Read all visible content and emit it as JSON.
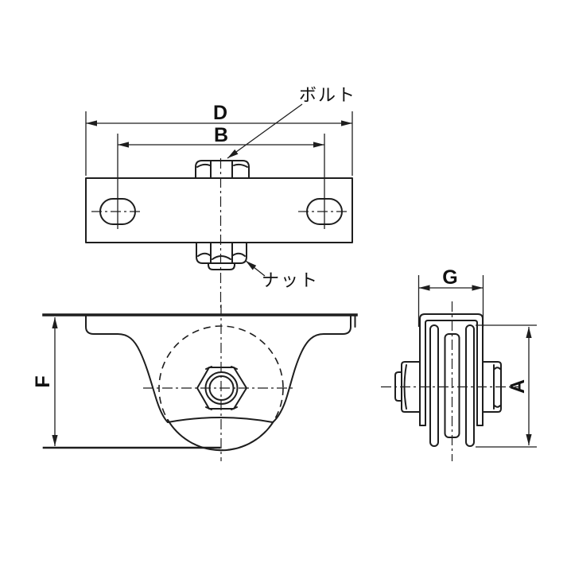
{
  "figure": {
    "background": "#ffffff",
    "line_color": "#1e1e1e",
    "labels": {
      "dim_overall_width": "D",
      "dim_hole_pitch": "B",
      "dim_height": "F",
      "dim_frame_width": "G",
      "dim_wheel_diameter": "A",
      "callout_bolt": "ボルト",
      "callout_nut": "ナット"
    }
  }
}
